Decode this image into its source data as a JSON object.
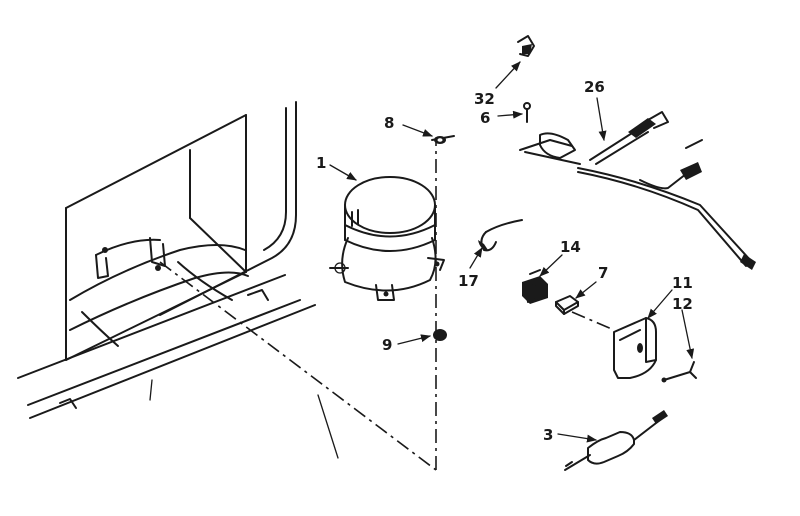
{
  "colors": {
    "ink": "#1a1a1a",
    "paper": "#ffffff"
  },
  "callouts": {
    "part_1": "1",
    "part_3": "3",
    "part_6": "6",
    "part_7": "7",
    "part_8": "8",
    "part_9": "9",
    "part_11": "11",
    "part_12": "12",
    "part_14": "14",
    "part_17": "17",
    "part_26": "26",
    "part_32": "32"
  }
}
